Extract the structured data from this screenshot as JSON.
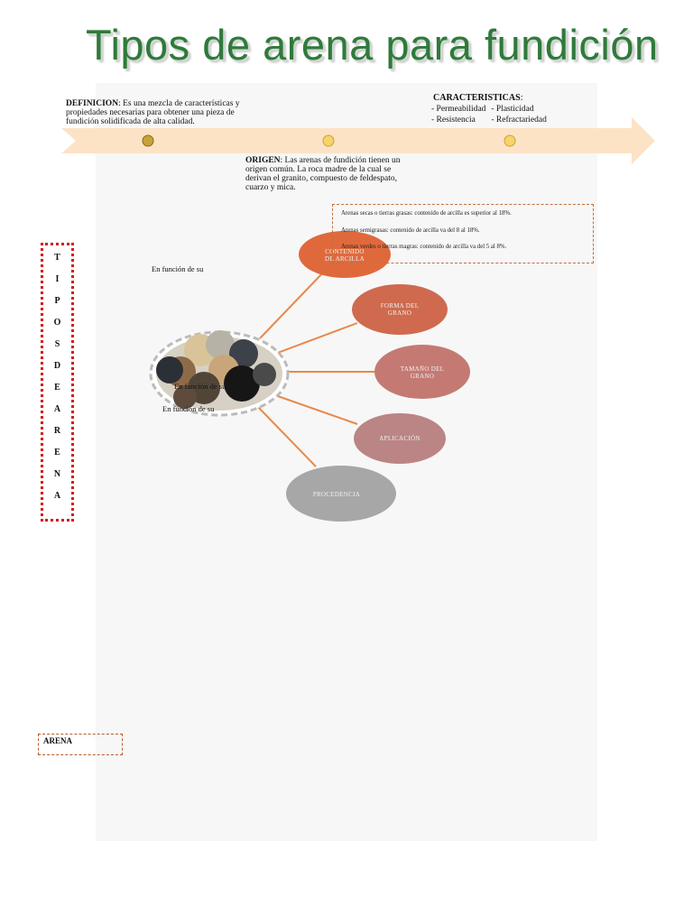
{
  "title": "Tipos de arena para fundición",
  "definicion": {
    "label": "DEFINICION",
    "text": ": Es una mezcla de características y propiedades necesarias para obtener una pieza de fundición solidificada de alta calidad."
  },
  "caracteristicas": {
    "label": "CARACTERISTICAS",
    "suffix": ":",
    "items": [
      "- Permeabilidad",
      "- Plasticidad",
      "- Resistencia",
      "- Refractariedad"
    ]
  },
  "origen": {
    "label": "ORIGEN",
    "text": ": Las arenas de fundición tienen un origen común. La roca madre de la cual se derivan el granito, compuesto de feldespato, cuarzo y mica."
  },
  "sand_types": [
    "Arenas secas o tierras grasas: contenido de arcilla es superior al 18%.",
    "Arenas semigrasas: contenido de arcilla va del 8 al 18%.",
    "Arenas verdes o tierras magras: contenido de arcilla va del 5 al 8%."
  ],
  "vertical_title": [
    "T",
    "I",
    "P",
    "O",
    "S",
    "D",
    "E",
    "A",
    "R",
    "E",
    "N",
    "A"
  ],
  "floating_labels": [
    "En función de su",
    "En función de su",
    "En función de su"
  ],
  "nodes": {
    "arcilla": [
      "CONTENIDO",
      "DE ARCILLA"
    ],
    "forma": [
      "FORMA DEL",
      "GRANO"
    ],
    "tamano": [
      "TAMAÑO DEL",
      "GRANO"
    ],
    "aplicacion": [
      "APLICACIÓN"
    ],
    "procedencia": [
      "PROCEDENCIA"
    ]
  },
  "arena_label": "ARENA",
  "colors": {
    "title": "#2f7a3b",
    "arrow": "#fde3c5",
    "connector": "#e8894a",
    "node_arcilla": "#e0693c",
    "node_forma": "#cf6a4f",
    "node_tamano": "#c47a73",
    "node_aplicacion": "#bb8585",
    "node_procedencia": "#a7a7a7"
  }
}
